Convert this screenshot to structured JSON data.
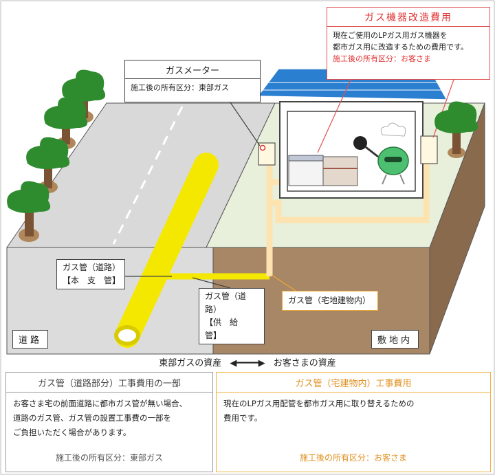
{
  "meter": {
    "title": "ガスメーター",
    "ownership": "施工後の所有区分：東部ガス"
  },
  "modification": {
    "title": "ガス機器改造費用",
    "line1": "現在ご使用のLPガス用ガス機器を",
    "line2": "都市ガス用に改造するための費用です。",
    "ownership": "施工後の所有区分：お客さま"
  },
  "pipe_labels": {
    "main_line1": "ガス管（道路）",
    "main_line2": "【本　支　管】",
    "supply_line1": "ガス管（道路）",
    "supply_line2": "【供　給　管】",
    "home": "ガス管（宅地建物内）"
  },
  "areas": {
    "road": "道路",
    "site": "敷地内"
  },
  "divider": {
    "left": "東部ガスの資産",
    "arrow": "◀━━━━▶",
    "right": "お客さまの資産"
  },
  "road_box": {
    "title": "ガス管（道路部分）工事費用の一部",
    "line1": "お客さま宅の前面道路に都市ガス管が無い場合、",
    "line2": "道路のガス管、ガス管の設置工事費の一部を",
    "line3": "ご負担いただく場合があります。",
    "ownership": "施工後の所有区分：東部ガス"
  },
  "home_box": {
    "title": "ガス管（宅建物内）工事費用",
    "line1": "現在のLPガス用配管を都市ガス用に取り替えるための",
    "line2": "費用です。",
    "ownership": "施工後の所有区分：お客さま"
  },
  "colors": {
    "pipe_yellow": "#f5e800",
    "home_pipe": "#fde3b0",
    "road_gray": "#d9d9d9",
    "ground_brown": "#a88766",
    "lawn": "#e8f0dc",
    "roof_blue": "#2b7fd0",
    "accent_red": "#e03030"
  }
}
